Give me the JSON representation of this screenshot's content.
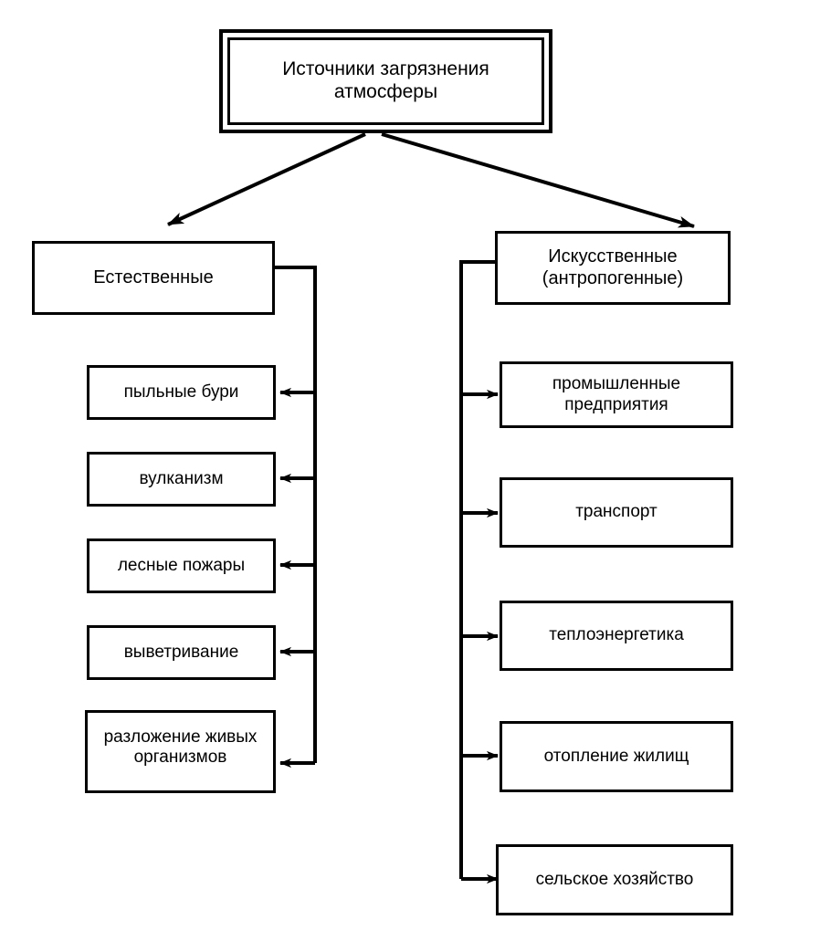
{
  "diagram": {
    "title": "Источники загрязнения атмосферы",
    "root": {
      "label": "Источники загрязнения\nатмосферы"
    },
    "branches": [
      {
        "id": "natural",
        "label": "Естественные",
        "children": [
          {
            "label": "пыльные бури"
          },
          {
            "label": "вулканизм"
          },
          {
            "label": "лесные пожары"
          },
          {
            "label": "выветривание"
          },
          {
            "label": "разложение живых\nорганизмов"
          }
        ]
      },
      {
        "id": "artificial",
        "label": "Искусственные\n(антропогенные)",
        "children": [
          {
            "label": "промышленные\nпредприятия"
          },
          {
            "label": "транспорт"
          },
          {
            "label": "теплоэнергетика"
          },
          {
            "label": "отопление жилищ"
          },
          {
            "label": "сельское хозяйство"
          }
        ]
      }
    ],
    "colors": {
      "line": "#000000",
      "box_fill": "#ffffff",
      "text": "#000000"
    }
  }
}
